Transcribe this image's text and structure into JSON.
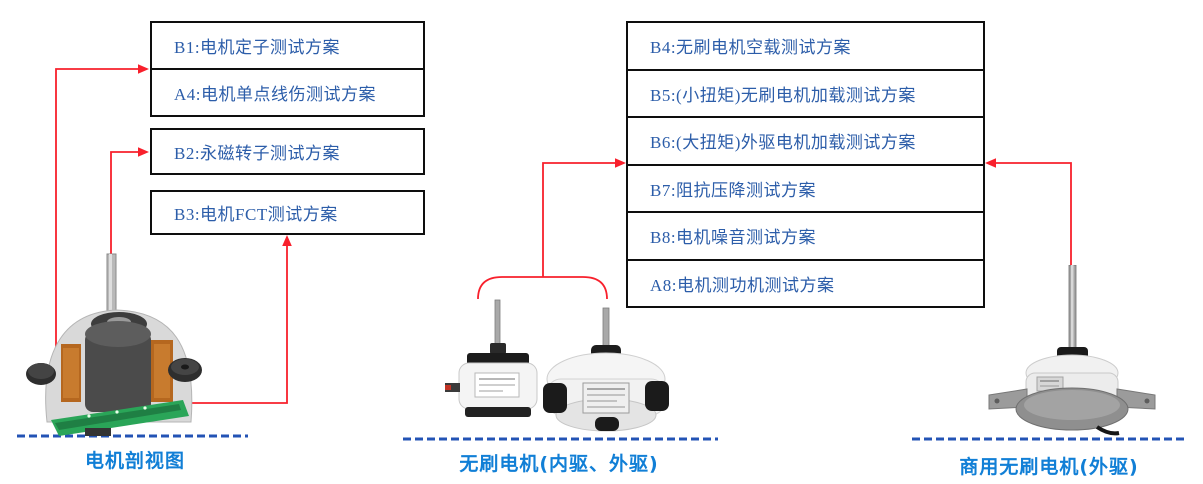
{
  "left_boxes": {
    "b1": "B1:电机定子测试方案",
    "a4": "A4:电机单点线伤测试方案",
    "b2": "B2:永磁转子测试方案",
    "b3": "B3:电机FCT测试方案"
  },
  "right_boxes": [
    "B4:无刷电机空载测试方案",
    "B5:(小扭矩)无刷电机加载测试方案",
    "B6:(大扭矩)外驱电机加载测试方案",
    "B7:阻抗压降测试方案",
    "B8:电机噪音测试方案",
    "A8:电机测功机测试方案"
  ],
  "captions": {
    "left": "电机剖视图",
    "middle": "无刷电机(内驱、外驱)",
    "right": "商用无刷电机(外驱)"
  },
  "icons": {
    "left_motor": "motor-cutaway-image",
    "middle_motors": "brushless-motors-image",
    "right_motor": "commercial-brushless-motor-image"
  },
  "colors": {
    "box_border": "#0e0e0e",
    "box_text_blue": "#2c5da9",
    "caption_blue": "#117fd6",
    "connector_red": "#f8202c",
    "dashed_line_blue": "#2353b5"
  }
}
